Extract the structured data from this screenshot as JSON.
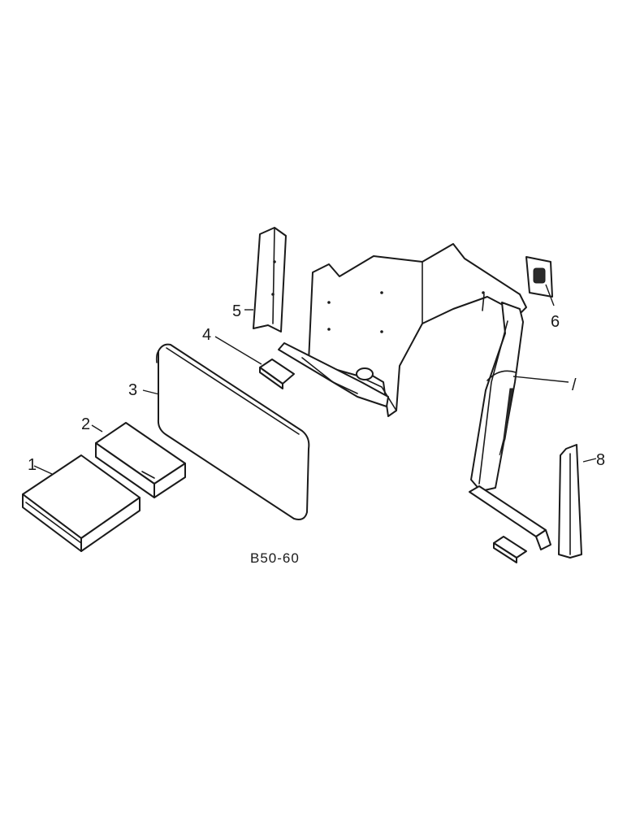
{
  "labels": {
    "l1": "1",
    "l2": "2",
    "l3": "3",
    "l4": "4",
    "l5": "5",
    "l6": "6",
    "l7": "/",
    "l8": "8"
  },
  "drawing_code": "B50-60",
  "colors": {
    "line": "#1a1a1a",
    "background": "#ffffff"
  }
}
